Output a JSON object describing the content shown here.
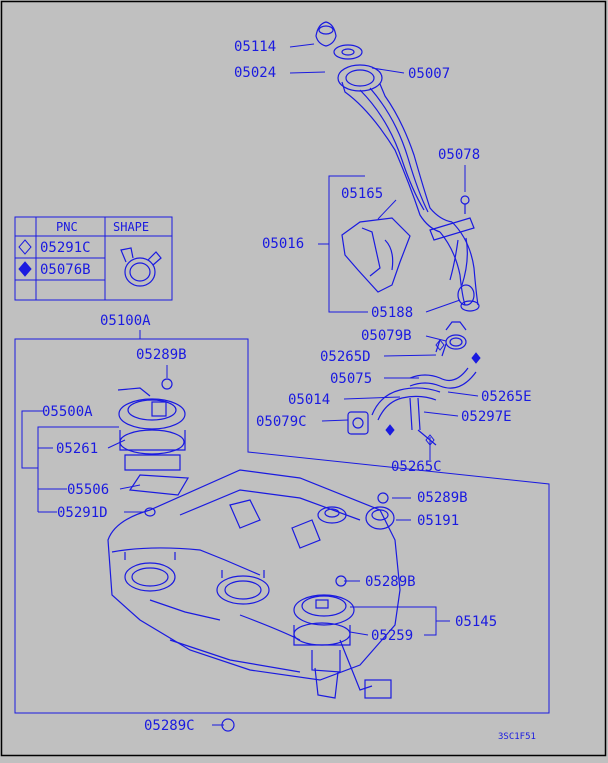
{
  "legend": {
    "headers": {
      "pnc": "PNC",
      "shape": "SHAPE"
    },
    "rows": [
      {
        "symbol": "hollow-diamond",
        "pnc": "05291C"
      },
      {
        "symbol": "filled-diamond",
        "pnc": "05076B"
      }
    ]
  },
  "labels": {
    "p05114": "05114",
    "p05024": "05024",
    "p05007": "05007",
    "p05078": "05078",
    "p05165": "05165",
    "p05016": "05016",
    "p05188": "05188",
    "p05100A": "05100A",
    "p05079B": "05079B",
    "p05289B_top": "05289B",
    "p05265D": "05265D",
    "p05075": "05075",
    "p05500A": "05500A",
    "p05014": "05014",
    "p05265E": "05265E",
    "p05079C": "05079C",
    "p05297E": "05297E",
    "p05261": "05261",
    "p05265C": "05265C",
    "p05506": "05506",
    "p05289B_right": "05289B",
    "p05291D": "05291D",
    "p05191": "05191",
    "p05289B_mid": "05289B",
    "p05145": "05145",
    "p05259": "05259",
    "p05289C": "05289C"
  },
  "footer_code": "3SC1F51",
  "colors": {
    "background": "#c0c0c0",
    "ink": "#1a1ae0"
  }
}
